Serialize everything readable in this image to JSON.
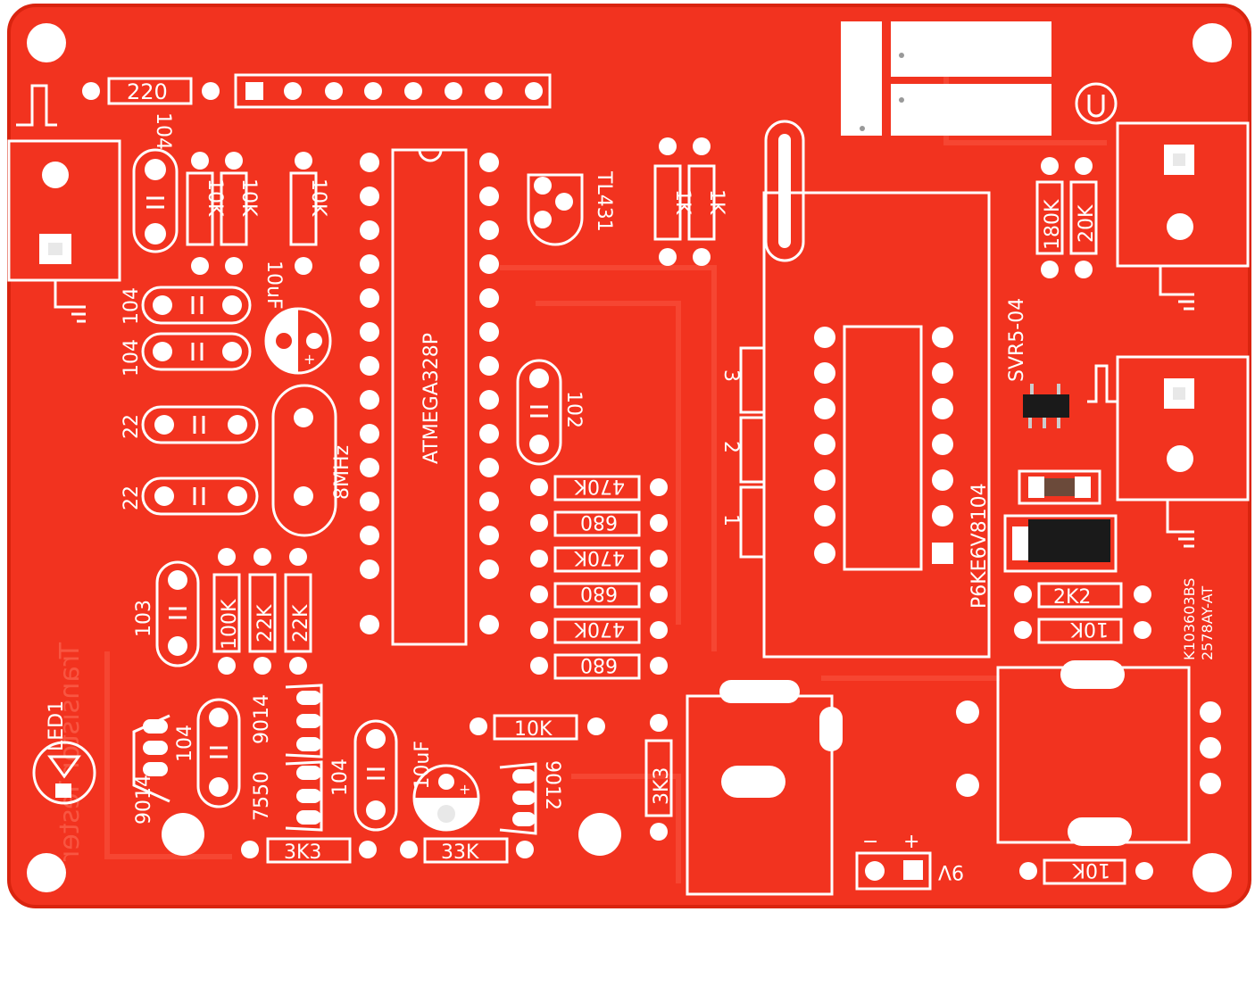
{
  "colors": {
    "board": "#f2331f",
    "board_edge": "#d9240f",
    "silk": "#ffffff",
    "pad": "#ffffff",
    "hole": "#e8e8e8",
    "ic_body": "#1a1a1a",
    "background": "#ffffff"
  },
  "board": {
    "faint_title": "Transistor Tester",
    "mcu": "ATMEGA328P",
    "crystal": "8MHz",
    "reference": "TL431",
    "regulator": "SVR5-04",
    "tvs_diode": "P6KE6V8104",
    "module_code_1": "K103603BS",
    "module_code_2": "2578AY-AT",
    "supply_label": "9V",
    "supply_minus": "−",
    "supply_plus": "+",
    "led_label": "LED1",
    "test_points": [
      "1",
      "2",
      "3"
    ]
  },
  "labels": {
    "r220": "220",
    "c104_top": "104",
    "r10k_a": "10K",
    "r10k_b": "10K",
    "r10k_c": "10K",
    "c104_a": "104",
    "c104_b": "104",
    "cap10uf_top": "10uF",
    "c22_a": "22",
    "c22_b": "22",
    "c102": "102",
    "r1k_a": "1K",
    "r1k_b": "1K",
    "r180k": "180K",
    "r20k": "20K",
    "r470k_a": "470K",
    "r680_a": "680",
    "r470k_b": "470K",
    "r680_b": "680",
    "r470k_c": "470K",
    "r680_c": "680",
    "c103": "103",
    "r100k": "100K",
    "r22k_a": "22K",
    "r22k_b": "22K",
    "q9014_a": "9014",
    "q9014_b": "9014",
    "c104_c": "104",
    "ic7550": "7550",
    "c104_d": "104",
    "cap10uf_bottom": "10uF",
    "q9012": "9012",
    "r10k_d": "10K",
    "r3k3_a": "3K3",
    "r3k3_b": "3K3",
    "r33k": "33K",
    "r2k2": "2K2",
    "r10k_e": "10K",
    "r10k_f": "10K"
  }
}
